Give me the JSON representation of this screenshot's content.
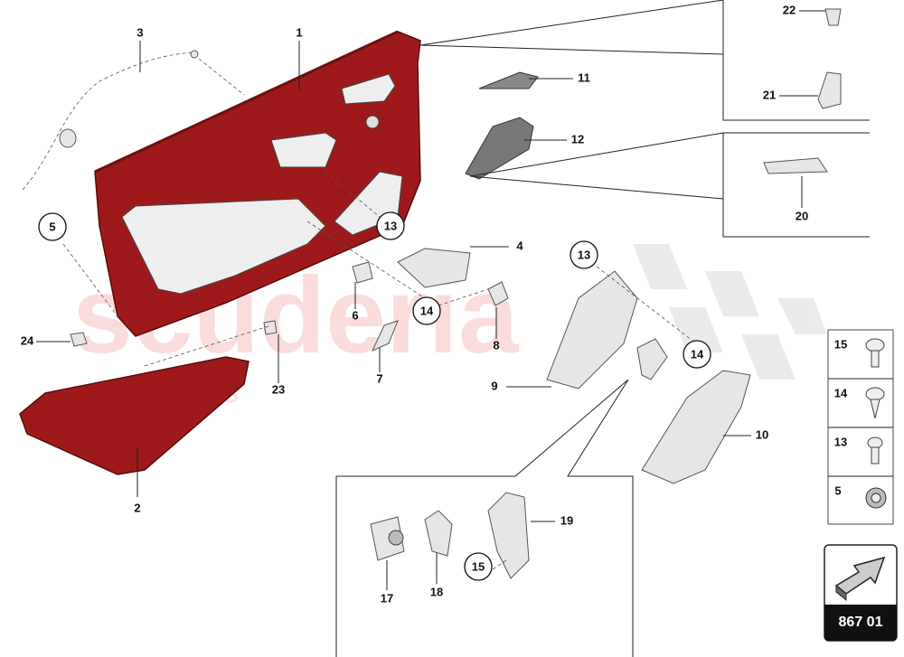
{
  "watermark": {
    "line1": "scuderia",
    "line2": "c a r p a r t s"
  },
  "colors": {
    "panel": "#9e1a1a",
    "panel_dark": "#6e0f0f",
    "badge": "#111111"
  },
  "callouts": {
    "p1": "1",
    "p2": "2",
    "p3": "3",
    "p4": "4",
    "p5": "5",
    "p6": "6",
    "p7": "7",
    "p8": "8",
    "p9": "9",
    "p10": "10",
    "p11": "11",
    "p12": "12",
    "p13a": "13",
    "p13b": "13",
    "p14a": "14",
    "p14b": "14",
    "p15": "15",
    "p17": "17",
    "p18": "18",
    "p19": "19",
    "p20": "20",
    "p21": "21",
    "p22": "22",
    "p23": "23",
    "p24": "24"
  },
  "legend": [
    {
      "num": "15",
      "icon": "screw-icon"
    },
    {
      "num": "14",
      "icon": "self-tapping-screw-icon"
    },
    {
      "num": "13",
      "icon": "screw-icon"
    },
    {
      "num": "5",
      "icon": "clip-icon"
    }
  ],
  "badge": {
    "code": "867 01",
    "icon": "arrow-icon"
  }
}
